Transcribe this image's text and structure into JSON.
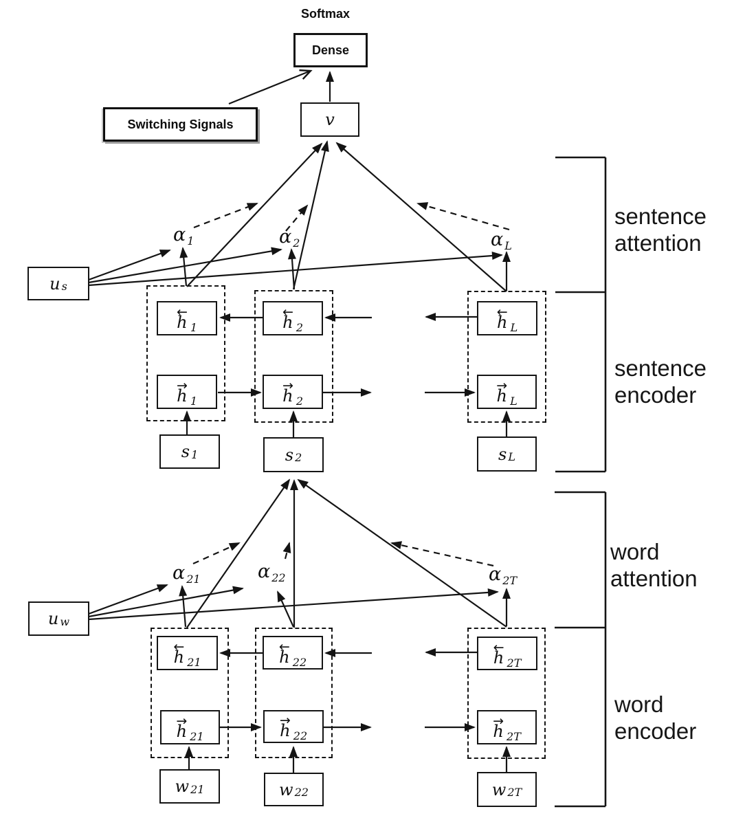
{
  "colors": {
    "ink": "#141414",
    "background": "#ffffff",
    "shadow": "#9a9a9a"
  },
  "top": {
    "softmax_label": "Softmax",
    "dense_label": "Dense",
    "switching_label": "Switching Signals",
    "v_node": {
      "base": "v",
      "sub": ""
    }
  },
  "sentence": {
    "context": {
      "base": "u",
      "sub": "s"
    },
    "alphas": [
      {
        "base": "α",
        "sub": "1"
      },
      {
        "base": "α",
        "sub": "2"
      },
      {
        "base": "α",
        "sub": "L"
      }
    ],
    "encoder": {
      "backward": [
        {
          "arrow": "←",
          "base": "h",
          "sub": "1"
        },
        {
          "arrow": "←",
          "base": "h",
          "sub": "2"
        },
        {
          "arrow": "←",
          "base": "h",
          "sub": "L"
        }
      ],
      "forward": [
        {
          "arrow": "→",
          "base": "h",
          "sub": "1"
        },
        {
          "arrow": "→",
          "base": "h",
          "sub": "2"
        },
        {
          "arrow": "→",
          "base": "h",
          "sub": "L"
        }
      ],
      "inputs": [
        {
          "base": "s",
          "sub": "1"
        },
        {
          "base": "s",
          "sub": "2"
        },
        {
          "base": "s",
          "sub": "L"
        }
      ]
    },
    "bracket_labels": {
      "attention": "sentence\nattention",
      "encoder": "sentence\nencoder"
    }
  },
  "word": {
    "context": {
      "base": "u",
      "sub": "w"
    },
    "alphas": [
      {
        "base": "α",
        "sub": "21"
      },
      {
        "base": "α",
        "sub": "22"
      },
      {
        "base": "α",
        "sub": "2T"
      }
    ],
    "encoder": {
      "backward": [
        {
          "arrow": "←",
          "base": "h",
          "sub": "21"
        },
        {
          "arrow": "←",
          "base": "h",
          "sub": "22"
        },
        {
          "arrow": "←",
          "base": "h",
          "sub": "2T"
        }
      ],
      "forward": [
        {
          "arrow": "→",
          "base": "h",
          "sub": "21"
        },
        {
          "arrow": "→",
          "base": "h",
          "sub": "22"
        },
        {
          "arrow": "→",
          "base": "h",
          "sub": "2T"
        }
      ],
      "inputs": [
        {
          "base": "w",
          "sub": "21"
        },
        {
          "base": "w",
          "sub": "22"
        },
        {
          "base": "w",
          "sub": "2T"
        }
      ]
    },
    "bracket_labels": {
      "attention": "word\nattention",
      "encoder": "word\nencoder"
    }
  }
}
